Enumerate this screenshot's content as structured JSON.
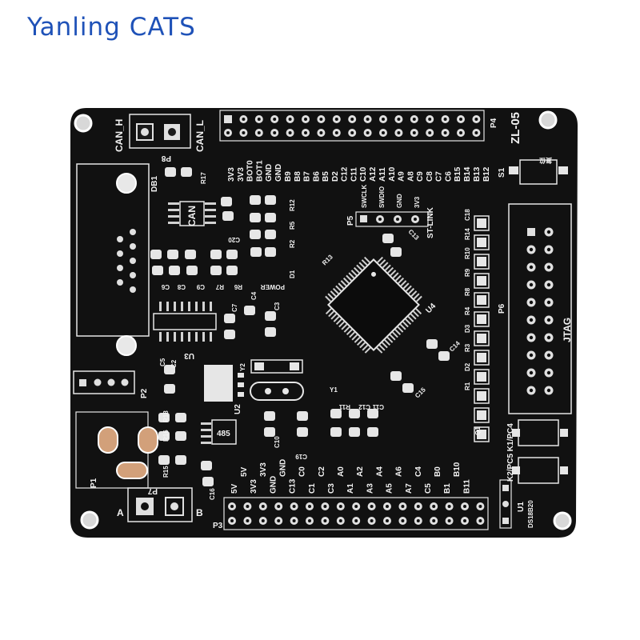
{
  "watermark": "Yanling CATS",
  "colors": {
    "board": "#111111",
    "silkscreen": "#f2f2f2",
    "copper_pad": "#d2a07a",
    "watermark": "#1f52b8"
  },
  "board": {
    "model": "ZL-05",
    "header_top_id": "P4",
    "header_top_row1": [
      "3V3",
      "BOT0",
      "GND",
      "B9",
      "B7",
      "B5",
      "C12",
      "C10",
      "A11",
      "A9",
      "C9",
      "C7",
      "B15",
      "B13"
    ],
    "header_top_row2": [
      "3V3",
      "BOT1",
      "GND",
      "B8",
      "B6",
      "D2",
      "C11",
      "A12",
      "A10",
      "A8",
      "C8",
      "C6",
      "B14",
      "B12"
    ],
    "header_bottom_id": "P3",
    "header_bottom_row1": [
      "5V",
      "3V3",
      "GND",
      "C13",
      "C1",
      "C3",
      "A1",
      "A3",
      "A5",
      "A7",
      "C5",
      "B1",
      "B11"
    ],
    "header_bottom_row2": [
      "5V",
      "3V3",
      "GND",
      "C0",
      "C2",
      "A0",
      "A2",
      "A4",
      "A6",
      "C4",
      "B0",
      "B10"
    ],
    "swd_id": "P5",
    "swd_pins": [
      "SWCLK",
      "SWDIO",
      "GND",
      "3V3"
    ],
    "stlink_label": "ST-LINK",
    "jtag_id": "P6",
    "jtag_label": "JTAG",
    "can_label": "CAN",
    "can_h": "CAN_H",
    "can_l": "CAN_L",
    "can_connector": "P8",
    "db_label": "DB1",
    "power_label": "POWER",
    "rs485_label": "485",
    "mcu_label": "U4",
    "u3": "U3",
    "u2": "U2",
    "u1": "U1",
    "sensor_label": "DS18B20",
    "keys_label": "K2/PC5  K1/PC4",
    "reset_button": "S1",
    "reset_label": "复位",
    "terminal_id": "P7",
    "terminal_a": "A",
    "terminal_b": "B",
    "p1": "P1",
    "p2": "P2",
    "refdes": [
      "R17",
      "C20",
      "R12",
      "R5",
      "R2",
      "C6",
      "C8",
      "C9",
      "R7",
      "R6",
      "D1",
      "C4",
      "C7",
      "C3",
      "C5",
      "C2",
      "Y2",
      "Y1",
      "C13",
      "C14",
      "C15",
      "C11",
      "C12",
      "R11",
      "C10",
      "C19",
      "R18",
      "R16",
      "R15",
      "C16",
      "C18",
      "R14",
      "R10",
      "R9",
      "R8",
      "R4",
      "D3",
      "R3",
      "D2",
      "R1",
      "Q1",
      "R13"
    ]
  }
}
